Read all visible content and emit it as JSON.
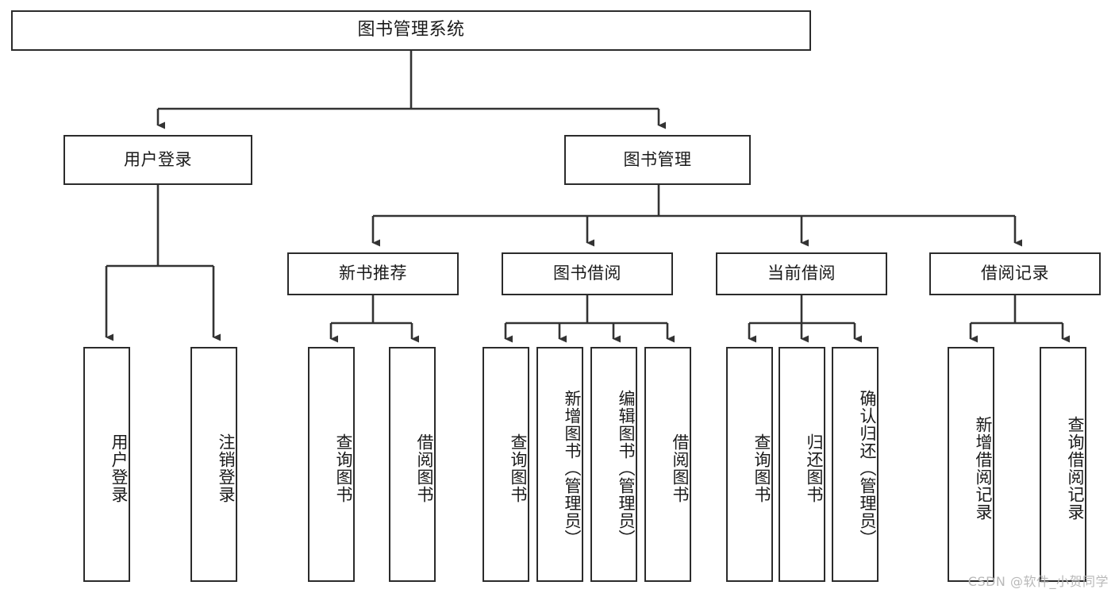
{
  "diagram": {
    "type": "tree",
    "title": "图书管理系统",
    "orientation": "top-down",
    "colors": {
      "box_border": "#2b2b2b",
      "box_fill": "#ffffff",
      "connector": "#333333",
      "text": "#1a1a1a",
      "watermark": "#b9b9b9"
    },
    "nodes": {
      "root": {
        "label": "图书管理系统"
      },
      "level2": [
        {
          "label": "用户登录"
        },
        {
          "label": "图书管理"
        }
      ],
      "level3": [
        {
          "label": "新书推荐"
        },
        {
          "label": "图书借阅"
        },
        {
          "label": "当前借阅"
        },
        {
          "label": "借阅记录"
        }
      ],
      "leaves_user_login": [
        {
          "label": "用户登录"
        },
        {
          "label": "注销登录"
        }
      ],
      "leaves_new_books": [
        {
          "label": "查询图书"
        },
        {
          "label": "借阅图书"
        }
      ],
      "leaves_borrow": [
        {
          "label": "查询图书"
        },
        {
          "label": "新增图书（管理员）"
        },
        {
          "label": "编辑图书（管理员）"
        },
        {
          "label": "借阅图书"
        }
      ],
      "leaves_current": [
        {
          "label": "查询图书"
        },
        {
          "label": "归还图书"
        },
        {
          "label": "确认归还（管理员）"
        }
      ],
      "leaves_records": [
        {
          "label": "新增借阅记录"
        },
        {
          "label": "查询借阅记录"
        }
      ]
    }
  },
  "watermark": {
    "text": "CSDN @软件_小贺同学"
  }
}
